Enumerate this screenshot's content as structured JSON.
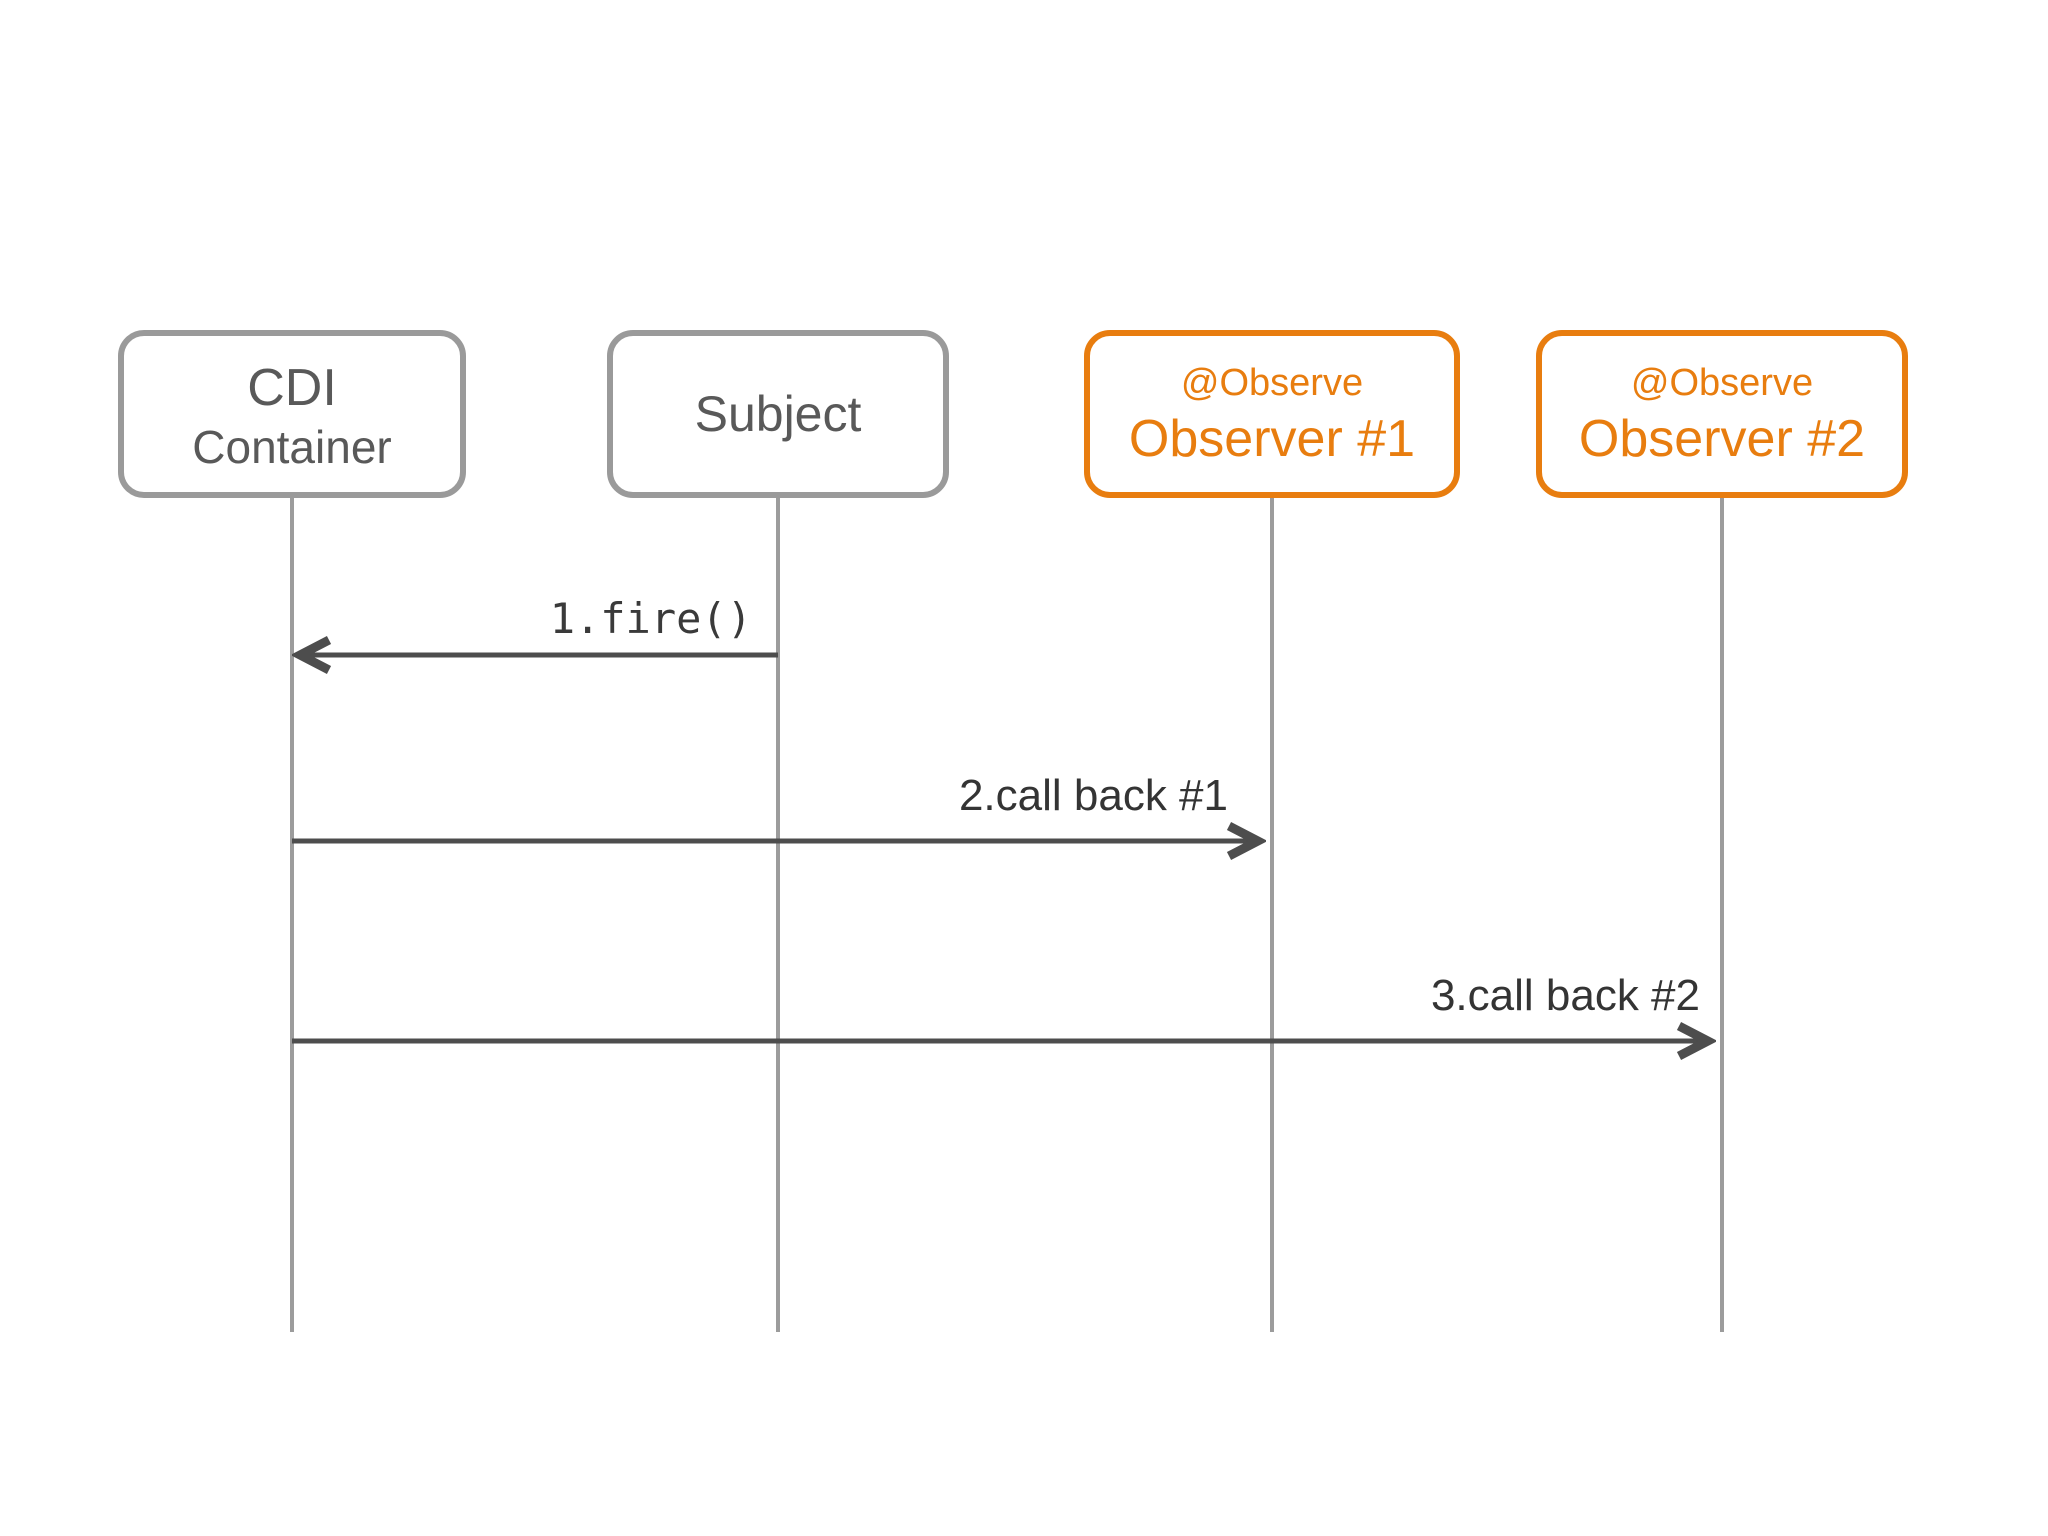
{
  "diagram": {
    "type": "sequence-diagram",
    "actors": [
      {
        "id": "cdi-container",
        "line1": "CDI",
        "line2": "Container",
        "color": "gray"
      },
      {
        "id": "subject",
        "line1": "Subject",
        "color": "gray"
      },
      {
        "id": "observer-1",
        "annotation": "@Observe",
        "name": "Observer #1",
        "color": "orange"
      },
      {
        "id": "observer-2",
        "annotation": "@Observe",
        "name": "Observer #2",
        "color": "orange"
      }
    ],
    "messages": [
      {
        "order": 1,
        "label": "1.fire()",
        "from": "Subject",
        "to": "CDI Container",
        "direction": "left"
      },
      {
        "order": 2,
        "label": "2.call back #1",
        "from": "CDI Container",
        "to": "Observer #1",
        "direction": "right"
      },
      {
        "order": 3,
        "label": "3.call back #2",
        "from": "CDI Container",
        "to": "Observer #2",
        "direction": "right"
      }
    ],
    "colors": {
      "background": "#FFFFFF",
      "gray_border": "#9A9A9A",
      "gray_text": "#595959",
      "orange": "#E87D0F",
      "arrow": "#4D4D4D",
      "lifeline": "#9C9C9C"
    }
  }
}
